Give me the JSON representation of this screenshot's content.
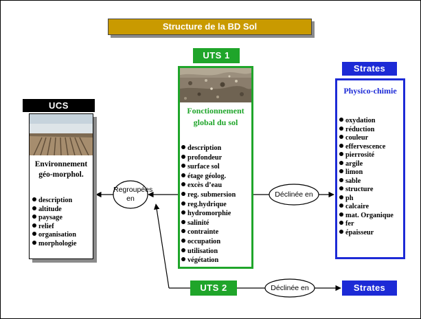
{
  "title": "Structure de la BD Sol",
  "uts1": {
    "badge": "UTS 1",
    "heading_line1": "Fonctionnement",
    "heading_line2": "global du sol",
    "items": [
      "description",
      "profondeur",
      "surface sol",
      "étage géolog.",
      "excès d’eau",
      "reg. submersion",
      "reg.hydrique",
      "hydromorphie",
      "salinité",
      "contrainte",
      "occupation",
      "utilisation",
      "végétation"
    ]
  },
  "ucs": {
    "badge": "UCS",
    "heading_line1": "Environnement",
    "heading_line2": "géo-morphol.",
    "items": [
      "description",
      "altitude",
      "paysage",
      "relief",
      "organisation",
      "morphologie"
    ]
  },
  "strates": {
    "badge": "Strates",
    "heading": "Physico-chimie",
    "items": [
      "oxydation",
      "réduction",
      "couleur",
      "effervescence",
      "pierrosité",
      "argile",
      "limon",
      "sable",
      "structure",
      "ph",
      "calcaire",
      "mat. Organique",
      "fer",
      "épaisseur"
    ]
  },
  "connector_regroupees": {
    "line1": "Regroupées",
    "line2": "en"
  },
  "connector_declinee_top": "Déclinée en",
  "connector_declinee_bottom": "Déclinée en",
  "uts2": {
    "badge": "UTS 2"
  },
  "strates_bottom": {
    "badge": "Strates"
  },
  "colors": {
    "green": "#1fa52a",
    "blue": "#1c2ad6",
    "gold": "#c99a00"
  }
}
